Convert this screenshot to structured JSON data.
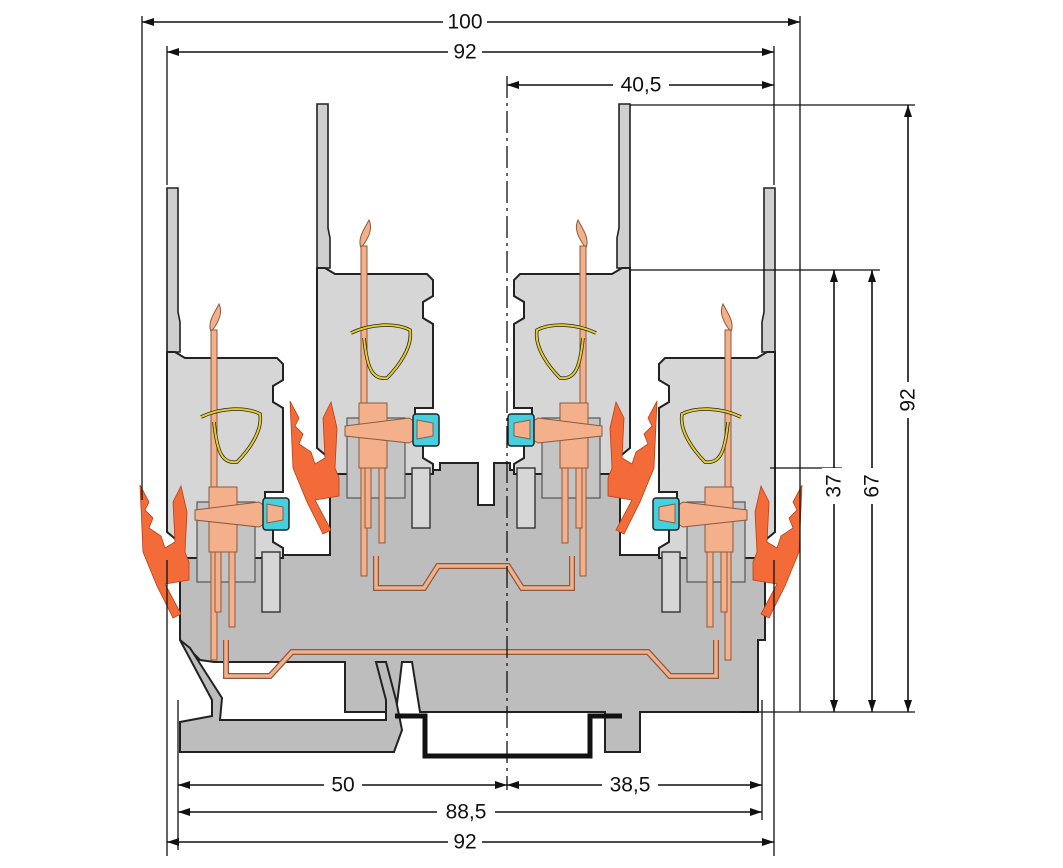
{
  "dimensions": {
    "top_overall": "100",
    "top_width": "92",
    "top_offset": "40,5",
    "right_height_overall": "92",
    "right_height_mid": "67",
    "right_height_low": "37",
    "bottom_left": "50",
    "bottom_right": "38,5",
    "bottom_mid": "88,5",
    "bottom_overall": "92"
  },
  "colors": {
    "housing": "#d6d6d6",
    "base": "#bdbdbd",
    "lever": "#f26b38",
    "contact": "#f4b08a",
    "clip": "#45d0e0",
    "test_wire": "#e8cc2a"
  }
}
